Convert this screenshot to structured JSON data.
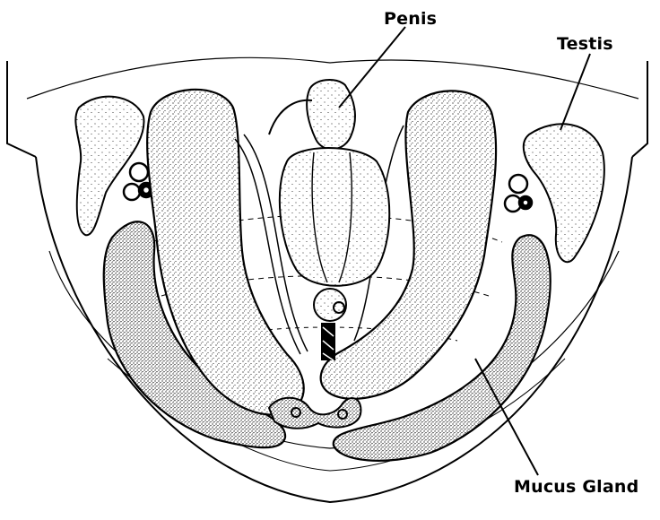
{
  "figure": {
    "labels": {
      "penis": "Penis",
      "testis": "Testis",
      "mucus_gland": "Mucus Gland"
    }
  },
  "colors": {
    "ink": "#000000",
    "paper": "#ffffff",
    "stipple": "#6a6a6a"
  }
}
